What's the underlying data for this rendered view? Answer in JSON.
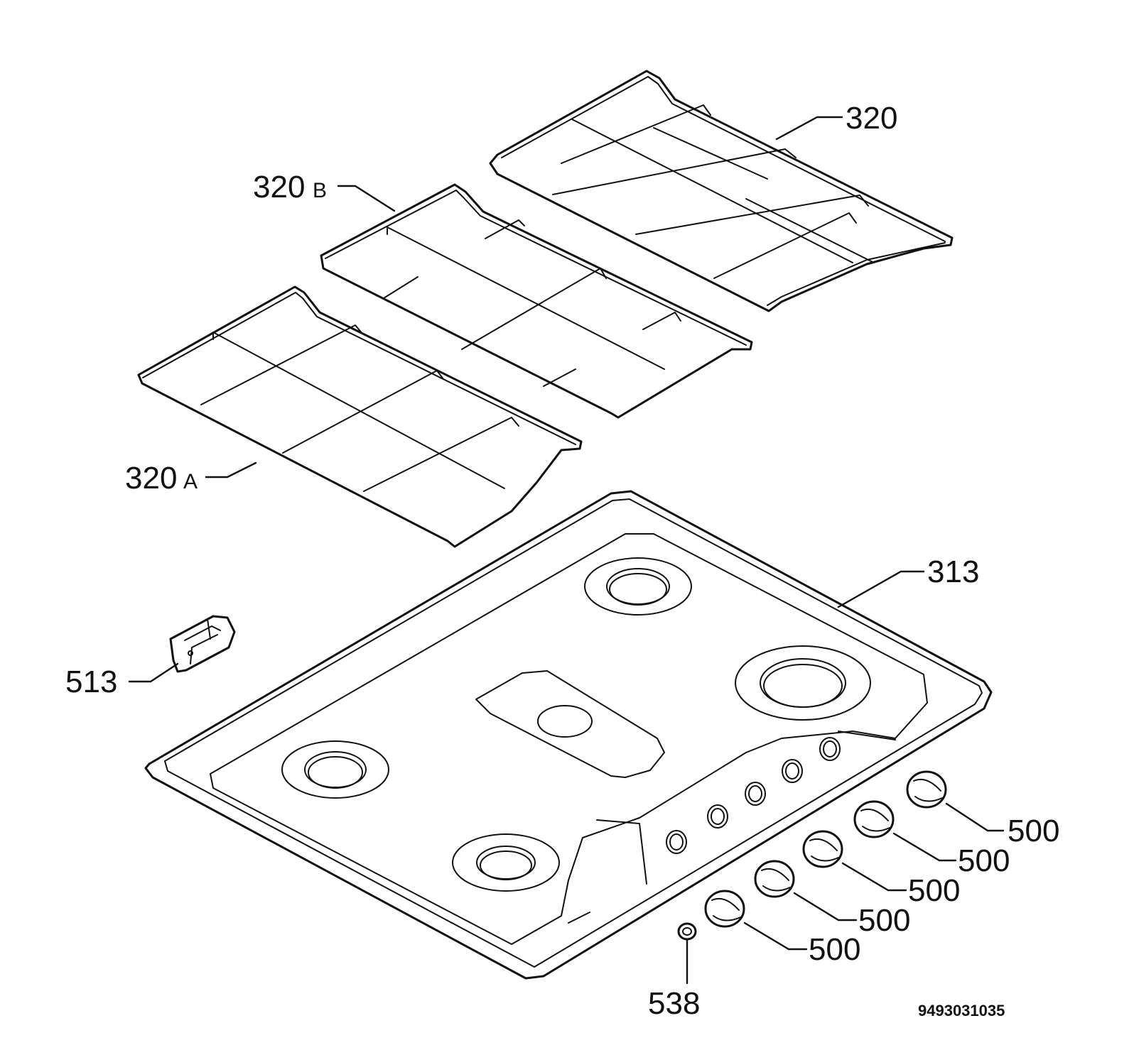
{
  "labels": {
    "grid_320": "320",
    "grid_320b_num": "320",
    "grid_320b_suffix": "B",
    "grid_320a_num": "320",
    "grid_320a_suffix": "A",
    "hob_313": "313",
    "bracket_513": "513",
    "knob_500_1": "500",
    "knob_500_2": "500",
    "knob_500_3": "500",
    "knob_500_4": "500",
    "knob_500_5": "500",
    "cap_538": "538"
  },
  "document_number": "9493031035",
  "colors": {
    "line": "#111111",
    "background": "#ffffff"
  }
}
